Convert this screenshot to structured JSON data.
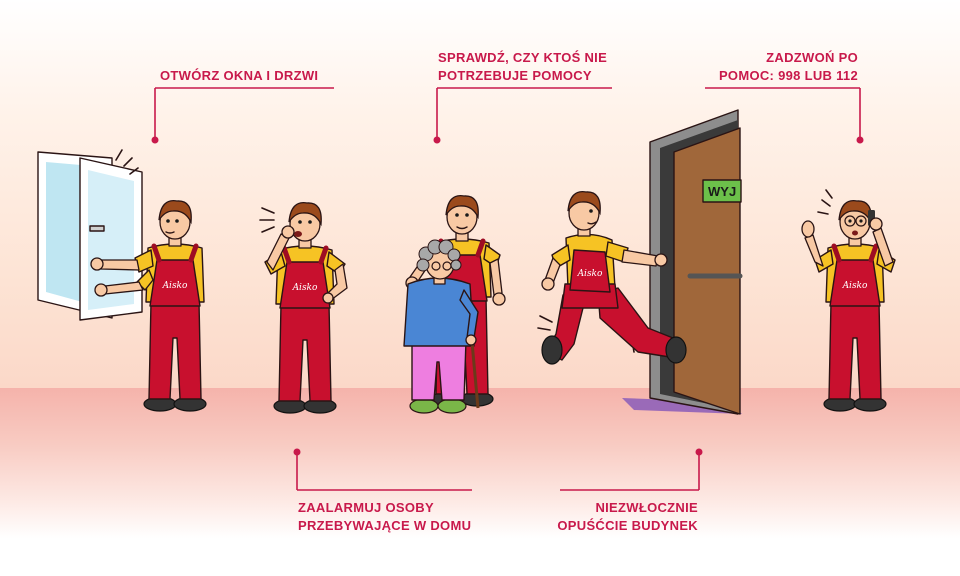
{
  "callouts": {
    "open_windows": {
      "line1": "OTWÓRZ OKNA I DRZWI"
    },
    "check_help": {
      "line1": "SPRAWDŹ, CZY KTOŚ NIE",
      "line2": "POTRZEBUJE POMOCY"
    },
    "call_help": {
      "line1": "ZADZWOŃ PO",
      "line2": "POMOC: 998 LUB 112"
    },
    "alarm_people": {
      "line1": "ZAALARMUJ OSOBY",
      "line2": "PRZEBYWAJĄCE W DOMU"
    },
    "leave_building": {
      "line1": "NIEZWŁOCZNIE",
      "line2": "OPUŚĆCIE BUDYNEK"
    }
  },
  "exit_sign": "WYJ",
  "brand_logo": "Aisko",
  "colors": {
    "accent": "#c8194b",
    "overalls": "#c8102e",
    "shirt": "#f6c324",
    "exit_sign": "#6cc04a",
    "door": "#a0673a",
    "floor": "#f5b3ab"
  }
}
